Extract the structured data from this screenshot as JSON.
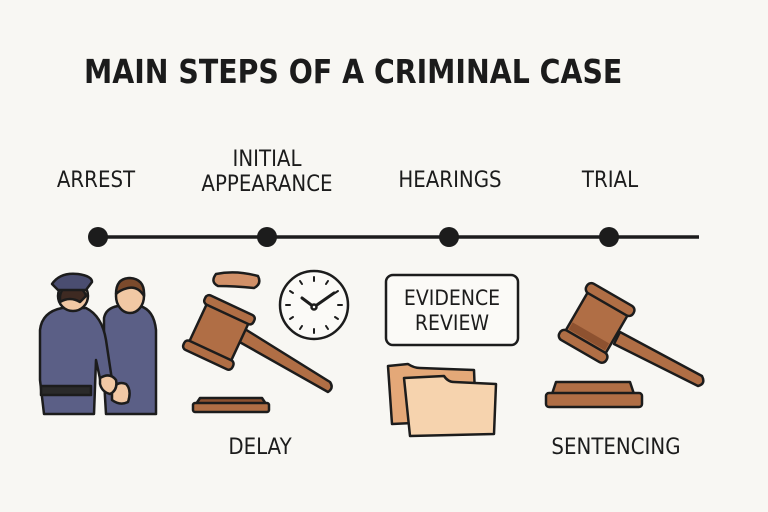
{
  "title": "MAIN STEPS OF A CRIMINAL CASE",
  "timeline": {
    "steps": [
      {
        "label": "ARREST"
      },
      {
        "label_line1": "INITIAL",
        "label_line2": "APPEARANCE"
      },
      {
        "label": "HEARINGS"
      },
      {
        "label": "TRIAL"
      }
    ]
  },
  "illustrations": {
    "arrest": {
      "icon": "police-arrest-icon"
    },
    "initial_appearance": {
      "icon": "gavel-clock-icon",
      "caption": "DELAY"
    },
    "hearings": {
      "icon": "folders-icon",
      "sign_line1": "EVIDENCE",
      "sign_line2": "REVIEW"
    },
    "trial": {
      "icon": "gavel-icon",
      "caption": "SENTENCING"
    }
  },
  "colors": {
    "background": "#f8f7f3",
    "ink": "#1c1c1c",
    "wood": "#b06e45",
    "wood_dark": "#8e5230",
    "uniform": "#5b5f86",
    "folder_back": "#e4a878",
    "folder_front": "#f6d3ae"
  }
}
